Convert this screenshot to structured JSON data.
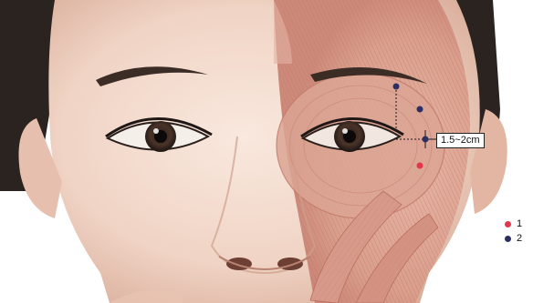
{
  "measurement_label": "1.5~2cm",
  "legend": {
    "items": [
      {
        "label": "1",
        "color": "#e4364a"
      },
      {
        "label": "2",
        "color": "#2d2f63"
      }
    ]
  },
  "colors": {
    "point_1": "#e4364a",
    "point_2": "#2d2f63",
    "skin": "#f1d9cc",
    "muscle": "#d79d8d",
    "hair": "#2c2420"
  },
  "icons": {
    "acupoint_marker": "filled-circle-icon"
  }
}
